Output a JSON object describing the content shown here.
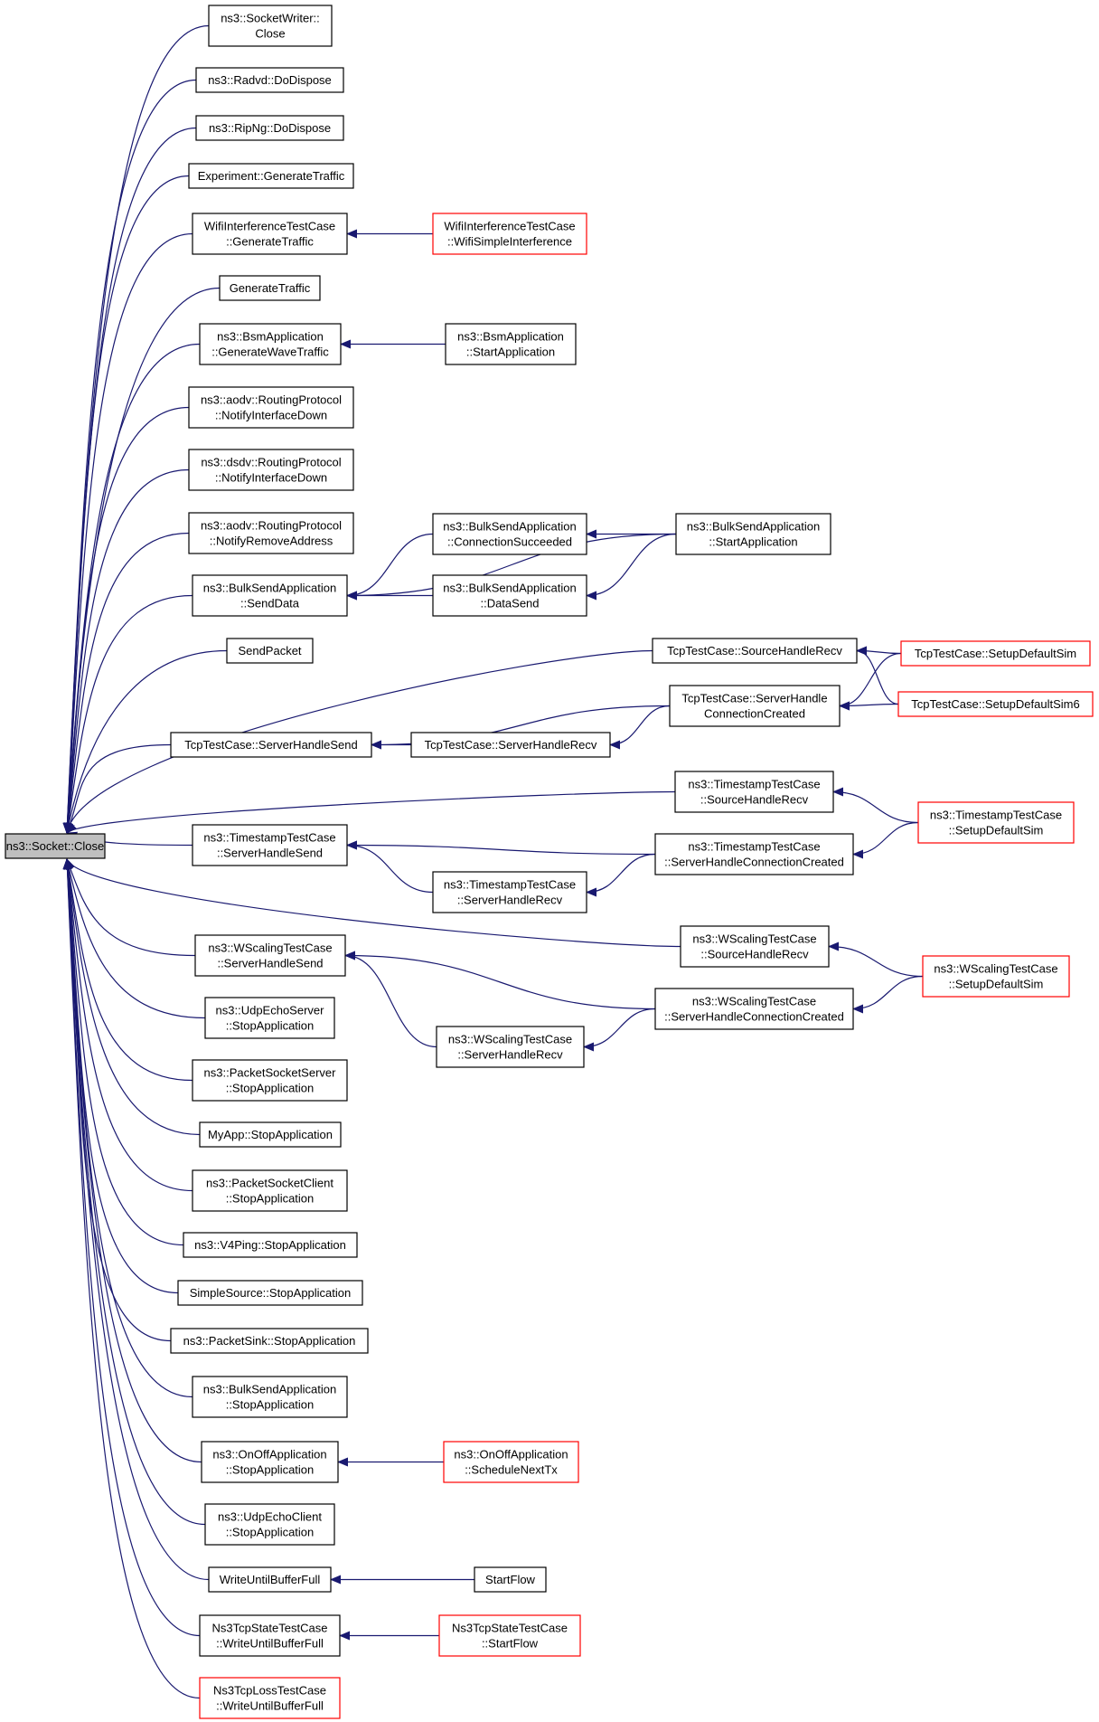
{
  "colors": {
    "edge": "#191970",
    "border_normal": "#000000",
    "border_truncated": "#ff0000",
    "root_fill": "#bfbfbf",
    "node_fill": "#ffffff"
  },
  "nodes": [
    {
      "id": "root",
      "lines": [
        "ns3::Socket::Close"
      ],
      "style": "root"
    },
    {
      "id": "n1",
      "lines": [
        "ns3::SocketWriter::",
        "Close"
      ],
      "style": "normal"
    },
    {
      "id": "n2",
      "lines": [
        "ns3::Radvd::DoDispose"
      ],
      "style": "normal"
    },
    {
      "id": "n3",
      "lines": [
        "ns3::RipNg::DoDispose"
      ],
      "style": "normal"
    },
    {
      "id": "n4",
      "lines": [
        "Experiment::GenerateTraffic"
      ],
      "style": "normal"
    },
    {
      "id": "n5",
      "lines": [
        "WifiInterferenceTestCase",
        "::GenerateTraffic"
      ],
      "style": "normal"
    },
    {
      "id": "n5a",
      "lines": [
        "WifiInterferenceTestCase",
        "::WifiSimpleInterference"
      ],
      "style": "truncated"
    },
    {
      "id": "n6",
      "lines": [
        "GenerateTraffic"
      ],
      "style": "normal"
    },
    {
      "id": "n7",
      "lines": [
        "ns3::BsmApplication",
        "::GenerateWaveTraffic"
      ],
      "style": "normal"
    },
    {
      "id": "n7a",
      "lines": [
        "ns3::BsmApplication",
        "::StartApplication"
      ],
      "style": "normal"
    },
    {
      "id": "n8",
      "lines": [
        "ns3::aodv::RoutingProtocol",
        "::NotifyInterfaceDown"
      ],
      "style": "normal"
    },
    {
      "id": "n9",
      "lines": [
        "ns3::dsdv::RoutingProtocol",
        "::NotifyInterfaceDown"
      ],
      "style": "normal"
    },
    {
      "id": "n10",
      "lines": [
        "ns3::aodv::RoutingProtocol",
        "::NotifyRemoveAddress"
      ],
      "style": "normal"
    },
    {
      "id": "n11",
      "lines": [
        "ns3::BulkSendApplication",
        "::SendData"
      ],
      "style": "normal"
    },
    {
      "id": "n11a",
      "lines": [
        "ns3::BulkSendApplication",
        "::ConnectionSucceeded"
      ],
      "style": "normal"
    },
    {
      "id": "n11b",
      "lines": [
        "ns3::BulkSendApplication",
        "::DataSend"
      ],
      "style": "normal"
    },
    {
      "id": "n11c",
      "lines": [
        "ns3::BulkSendApplication",
        "::StartApplication"
      ],
      "style": "normal"
    },
    {
      "id": "n12",
      "lines": [
        "SendPacket"
      ],
      "style": "normal"
    },
    {
      "id": "tsrc",
      "lines": [
        "TcpTestCase::SourceHandleRecv"
      ],
      "style": "normal"
    },
    {
      "id": "tsim",
      "lines": [
        "TcpTestCase::SetupDefaultSim"
      ],
      "style": "truncated"
    },
    {
      "id": "tsim6",
      "lines": [
        "TcpTestCase::SetupDefaultSim6"
      ],
      "style": "truncated"
    },
    {
      "id": "tshc",
      "lines": [
        "TcpTestCase::ServerHandle",
        "ConnectionCreated"
      ],
      "style": "normal"
    },
    {
      "id": "n13",
      "lines": [
        "TcpTestCase::ServerHandleSend"
      ],
      "style": "normal"
    },
    {
      "id": "tshr",
      "lines": [
        "TcpTestCase::ServerHandleRecv"
      ],
      "style": "normal"
    },
    {
      "id": "tssrc",
      "lines": [
        "ns3::TimestampTestCase",
        "::SourceHandleRecv"
      ],
      "style": "normal"
    },
    {
      "id": "tssim",
      "lines": [
        "ns3::TimestampTestCase",
        "::SetupDefaultSim"
      ],
      "style": "truncated"
    },
    {
      "id": "n14",
      "lines": [
        "ns3::TimestampTestCase",
        "::ServerHandleSend"
      ],
      "style": "normal"
    },
    {
      "id": "tsshc",
      "lines": [
        "ns3::TimestampTestCase",
        "::ServerHandleConnectionCreated"
      ],
      "style": "normal"
    },
    {
      "id": "tsshr",
      "lines": [
        "ns3::TimestampTestCase",
        "::ServerHandleRecv"
      ],
      "style": "normal"
    },
    {
      "id": "wssrc",
      "lines": [
        "ns3::WScalingTestCase",
        "::SourceHandleRecv"
      ],
      "style": "normal"
    },
    {
      "id": "wssim",
      "lines": [
        "ns3::WScalingTestCase",
        "::SetupDefaultSim"
      ],
      "style": "truncated"
    },
    {
      "id": "n15",
      "lines": [
        "ns3::WScalingTestCase",
        "::ServerHandleSend"
      ],
      "style": "normal"
    },
    {
      "id": "wsshc",
      "lines": [
        "ns3::WScalingTestCase",
        "::ServerHandleConnectionCreated"
      ],
      "style": "normal"
    },
    {
      "id": "wsshr",
      "lines": [
        "ns3::WScalingTestCase",
        "::ServerHandleRecv"
      ],
      "style": "normal"
    },
    {
      "id": "n16",
      "lines": [
        "ns3::UdpEchoServer",
        "::StopApplication"
      ],
      "style": "normal"
    },
    {
      "id": "n17",
      "lines": [
        "ns3::PacketSocketServer",
        "::StopApplication"
      ],
      "style": "normal"
    },
    {
      "id": "n18",
      "lines": [
        "MyApp::StopApplication"
      ],
      "style": "normal"
    },
    {
      "id": "n19",
      "lines": [
        "ns3::PacketSocketClient",
        "::StopApplication"
      ],
      "style": "normal"
    },
    {
      "id": "n20",
      "lines": [
        "ns3::V4Ping::StopApplication"
      ],
      "style": "normal"
    },
    {
      "id": "n21",
      "lines": [
        "SimpleSource::StopApplication"
      ],
      "style": "normal"
    },
    {
      "id": "n22",
      "lines": [
        "ns3::PacketSink::StopApplication"
      ],
      "style": "normal"
    },
    {
      "id": "n23",
      "lines": [
        "ns3::BulkSendApplication",
        "::StopApplication"
      ],
      "style": "normal"
    },
    {
      "id": "n24",
      "lines": [
        "ns3::OnOffApplication",
        "::StopApplication"
      ],
      "style": "normal"
    },
    {
      "id": "n24a",
      "lines": [
        "ns3::OnOffApplication",
        "::ScheduleNextTx"
      ],
      "style": "truncated"
    },
    {
      "id": "n25",
      "lines": [
        "ns3::UdpEchoClient",
        "::StopApplication"
      ],
      "style": "normal"
    },
    {
      "id": "n26",
      "lines": [
        "WriteUntilBufferFull"
      ],
      "style": "normal"
    },
    {
      "id": "n26a",
      "lines": [
        "StartFlow"
      ],
      "style": "normal"
    },
    {
      "id": "n27",
      "lines": [
        "Ns3TcpStateTestCase",
        "::WriteUntilBufferFull"
      ],
      "style": "normal"
    },
    {
      "id": "n27a",
      "lines": [
        "Ns3TcpStateTestCase",
        "::StartFlow"
      ],
      "style": "truncated"
    },
    {
      "id": "n28",
      "lines": [
        "Ns3TcpLossTestCase",
        "::WriteUntilBufferFull"
      ],
      "style": "truncated"
    }
  ],
  "edges": [
    [
      "n1",
      "root"
    ],
    [
      "n2",
      "root"
    ],
    [
      "n3",
      "root"
    ],
    [
      "n4",
      "root"
    ],
    [
      "n5",
      "root"
    ],
    [
      "n6",
      "root"
    ],
    [
      "n7",
      "root"
    ],
    [
      "n8",
      "root"
    ],
    [
      "n9",
      "root"
    ],
    [
      "n10",
      "root"
    ],
    [
      "n11",
      "root"
    ],
    [
      "n12",
      "root"
    ],
    [
      "tsrc",
      "root"
    ],
    [
      "n13",
      "root"
    ],
    [
      "tssrc",
      "root"
    ],
    [
      "n14",
      "root"
    ],
    [
      "wssrc",
      "root"
    ],
    [
      "n15",
      "root"
    ],
    [
      "n16",
      "root"
    ],
    [
      "n17",
      "root"
    ],
    [
      "n18",
      "root"
    ],
    [
      "n19",
      "root"
    ],
    [
      "n20",
      "root"
    ],
    [
      "n21",
      "root"
    ],
    [
      "n22",
      "root"
    ],
    [
      "n23",
      "root"
    ],
    [
      "n24",
      "root"
    ],
    [
      "n25",
      "root"
    ],
    [
      "n26",
      "root"
    ],
    [
      "n27",
      "root"
    ],
    [
      "n28",
      "root"
    ],
    [
      "n5a",
      "n5"
    ],
    [
      "n7a",
      "n7"
    ],
    [
      "n11a",
      "n11"
    ],
    [
      "n11b",
      "n11"
    ],
    [
      "n11c",
      "n11"
    ],
    [
      "n11c",
      "n11a"
    ],
    [
      "n11c",
      "n11b"
    ],
    [
      "tsim",
      "tsrc"
    ],
    [
      "tsim6",
      "tsrc"
    ],
    [
      "tsim",
      "tshc"
    ],
    [
      "tsim6",
      "tshc"
    ],
    [
      "tshc",
      "n13"
    ],
    [
      "tshr",
      "n13"
    ],
    [
      "tshc",
      "tshr"
    ],
    [
      "tssim",
      "tssrc"
    ],
    [
      "tssim",
      "tsshc"
    ],
    [
      "tsshc",
      "n14"
    ],
    [
      "tsshr",
      "n14"
    ],
    [
      "tsshc",
      "tsshr"
    ],
    [
      "wssim",
      "wssrc"
    ],
    [
      "wssim",
      "wsshc"
    ],
    [
      "wsshc",
      "n15"
    ],
    [
      "wsshr",
      "n15"
    ],
    [
      "wsshc",
      "wsshr"
    ],
    [
      "n24a",
      "n24"
    ],
    [
      "n26a",
      "n26"
    ],
    [
      "n27a",
      "n27"
    ]
  ]
}
